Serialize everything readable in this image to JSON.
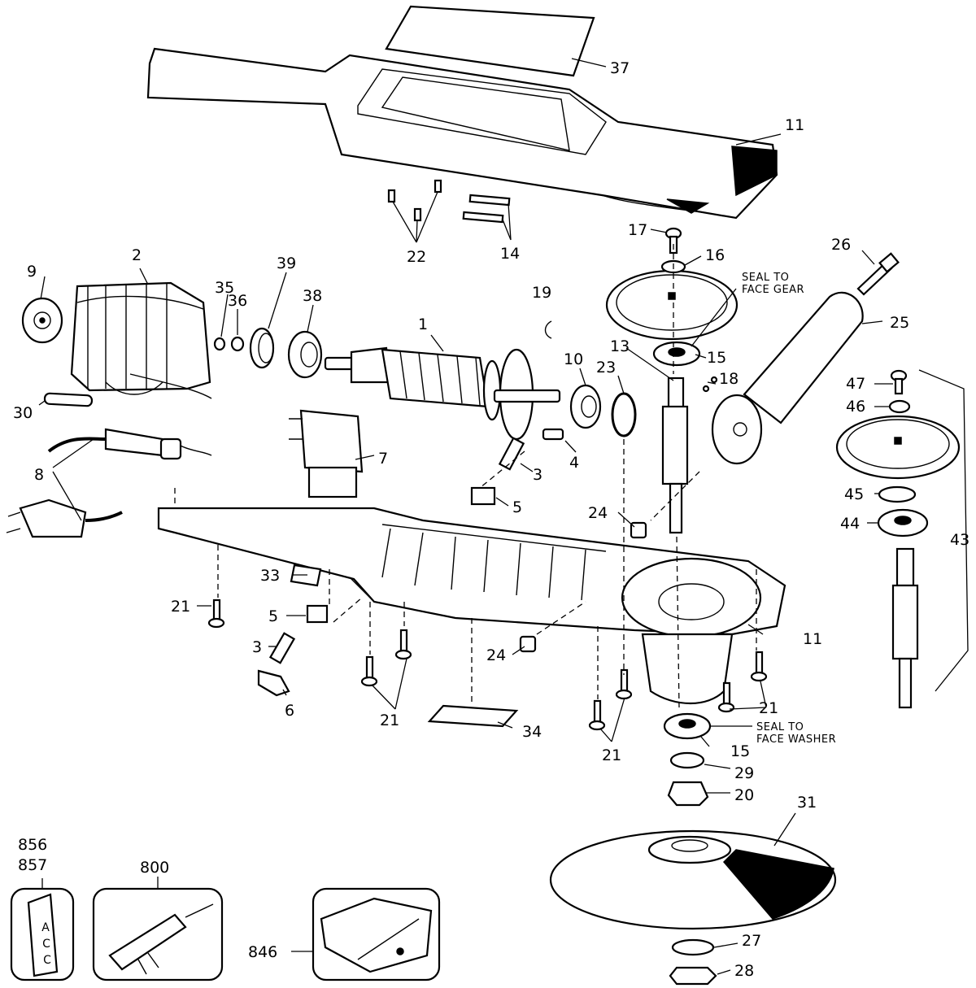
{
  "labels": {
    "p37": "37",
    "p11a": "11",
    "p22": "22",
    "p14": "14",
    "p17": "17",
    "p16": "16",
    "p26": "26",
    "p9": "9",
    "p2": "2",
    "p35": "35",
    "p36": "36",
    "p39": "39",
    "p38": "38",
    "p19": "19",
    "p1": "1",
    "p13": "13",
    "p10": "10",
    "p23": "23",
    "p15a": "15",
    "p25": "25",
    "p18": "18",
    "p47": "47",
    "p46": "46",
    "p30": "30",
    "p7": "7",
    "p8": "8",
    "p3a": "3",
    "p4": "4",
    "p5a": "5",
    "p24a": "24",
    "p45": "45",
    "p44": "44",
    "p43": "43",
    "p33": "33",
    "p21a": "21",
    "p5b": "5",
    "p3b": "3",
    "p11b": "11",
    "p24b": "24",
    "p6": "6",
    "p21b": "21",
    "p21c": "21",
    "p34": "34",
    "p21d": "21",
    "p15b": "15",
    "p29": "29",
    "p20": "20",
    "p856": "856",
    "p857": "857",
    "p800": "800",
    "p31": "31",
    "p846": "846",
    "p27": "27",
    "p28": "28"
  },
  "notes": {
    "seal_gear_line1": "SEAL TO",
    "seal_gear_line2": "FACE GEAR",
    "seal_washer_line1": "SEAL TO",
    "seal_washer_line2": "FACE WASHER"
  },
  "accessory_box_letters": [
    "A",
    "C",
    "C"
  ]
}
